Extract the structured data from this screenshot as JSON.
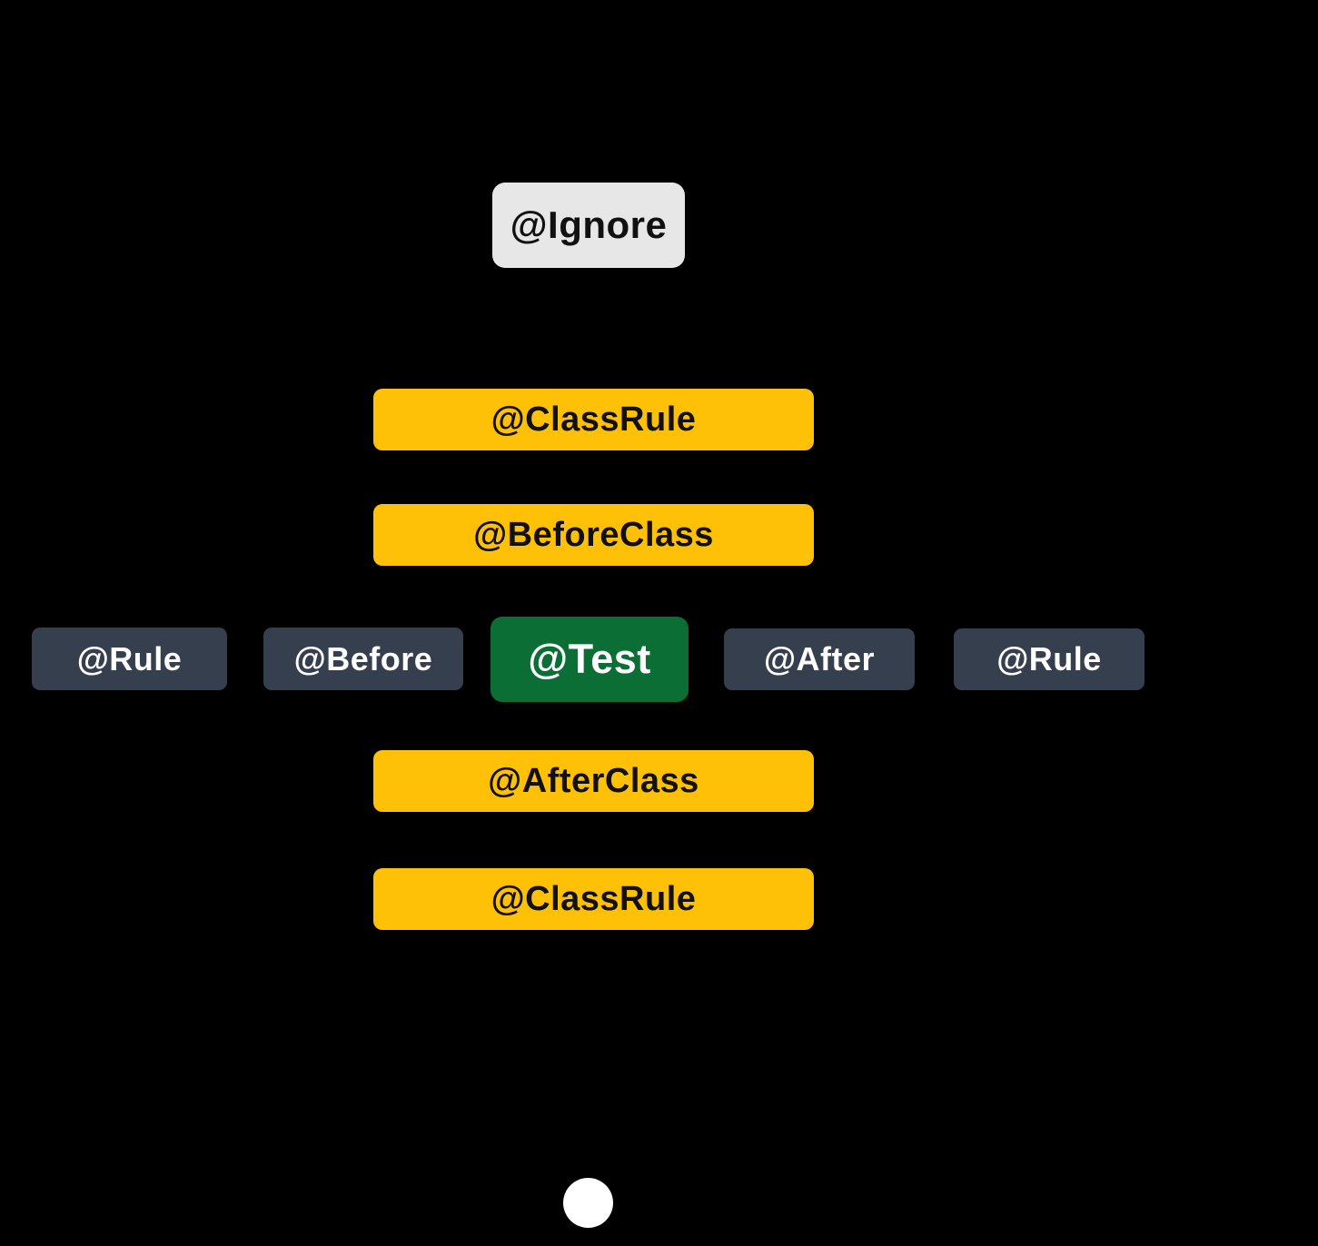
{
  "nodes": {
    "ignore": {
      "label": "@Ignore"
    },
    "class_rule_top": {
      "label": "@ClassRule"
    },
    "before_class": {
      "label": "@BeforeClass"
    },
    "rule_left": {
      "label": "@Rule"
    },
    "before": {
      "label": "@Before"
    },
    "test": {
      "label": "@Test"
    },
    "after": {
      "label": "@After"
    },
    "rule_right": {
      "label": "@Rule"
    },
    "after_class": {
      "label": "@AfterClass"
    },
    "class_rule_bottom": {
      "label": "@ClassRule"
    }
  },
  "colors": {
    "background": "#000000",
    "ignore_bg": "#E7E7E7",
    "class_level_bg": "#FFC107",
    "method_level_bg": "#363F4E",
    "test_bg": "#0B6E35",
    "text_dark": "#111111",
    "text_light": "#FFFFFF",
    "terminator": "#FFFFFF"
  }
}
